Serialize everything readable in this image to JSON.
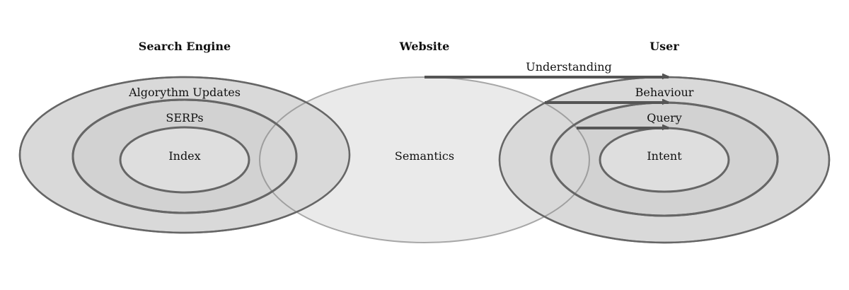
{
  "groups": {
    "search_engine": {
      "title": "Search Engine",
      "rings": [
        "Algorythm Updates",
        "SERPs",
        "Index"
      ]
    },
    "website": {
      "title": "Website",
      "center": "Semantics"
    },
    "user": {
      "title": "User",
      "rings": [
        "Behaviour",
        "Query",
        "Intent"
      ]
    }
  },
  "arrows": {
    "top_label": "Understanding"
  },
  "colors": {
    "fill_outer": "#d9d9d9",
    "fill_middle": "#d2d2d2",
    "fill_inner": "#dedede",
    "overlap": "#c4c4c4",
    "stroke": "#666666",
    "arrow": "#555555"
  }
}
